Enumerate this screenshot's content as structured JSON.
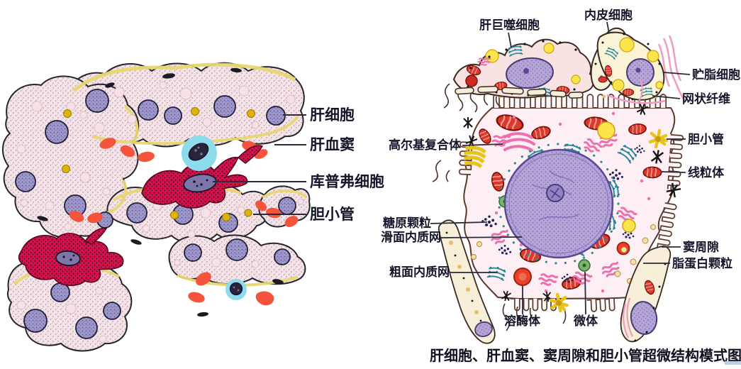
{
  "left_diagram": {
    "title_hint": "liver histology section",
    "labels": {
      "hepatocyte": "肝细胞",
      "sinusoid": "肝血窦",
      "kupffer": "库普弗细胞",
      "bile_canaliculus": "胆小管"
    }
  },
  "right_diagram": {
    "title_hint": "hepatocyte ultrastructure",
    "labels": {
      "macrophage": "肝巨噬细胞",
      "endothelial": "内皮细胞",
      "fat_storing": "贮脂细胞",
      "reticular_fiber": "网状纤维",
      "golgi": "高尔基复合体",
      "glycogen": "糖原颗粒",
      "smooth_er": "滑面内质网",
      "rough_er": "粗面内质网",
      "bile_canaliculus": "胆小管",
      "mitochondrion": "线粒体",
      "perisinusoidal_space": "窦周隙",
      "lipoprotein": "脂蛋白颗粒",
      "lysosome": "溶酶体",
      "microbody": "微体"
    }
  },
  "caption": "肝细胞、肝血窦、窦周隙和胆小管超微结构模式图",
  "colors": {
    "label_text": "#15152b",
    "hepatocyte_fill": "#f5e3e7",
    "nucleus_purple": "#9e97c9",
    "rbc_red": "#f4543c",
    "kupffer_crimson": "#d5114b",
    "leukocyte_blue": "#8ddcee",
    "sinusoid_lining_yellow": "#e8d76e",
    "bile_dot_yellow": "#ddb307",
    "cell_bg_pink": "#fdeff4",
    "mitochondria_red": "#dc382c",
    "rough_er_teal": "#2a8e9e",
    "smooth_er_pink": "#ee6fb0",
    "glycogen_navy": "#23235a",
    "lipid_yellow": "#fbe44c",
    "lysosome_orange": "#e8402a",
    "microbody_green": "#7ab46a",
    "golgi_yellow": "#e9c418",
    "fiber_pink": "#f09cc0",
    "membrane_brown": "#5a392c"
  }
}
